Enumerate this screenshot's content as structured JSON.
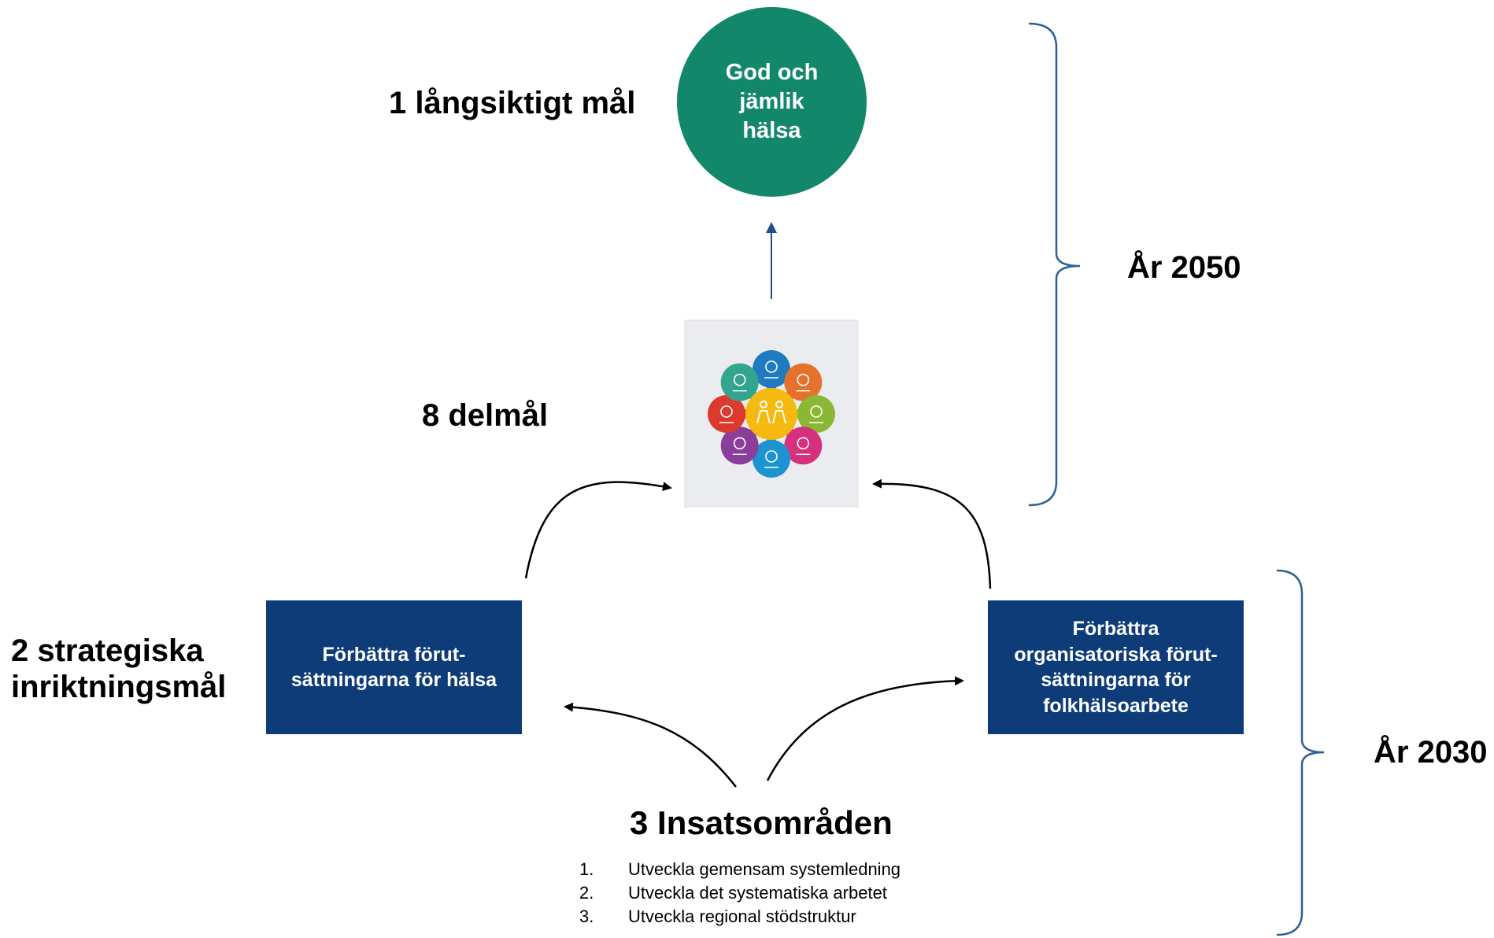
{
  "goal": {
    "label": "1 långsiktigt mål",
    "circle_lines": [
      "God och",
      "jämlik",
      "hälsa"
    ],
    "color": "#12876a"
  },
  "subgoals": {
    "label": "8 delmål",
    "icon_colors": [
      "#1f7bbf",
      "#e5712d",
      "#8ab834",
      "#d6317d",
      "#1d93d2",
      "#8a3e9b",
      "#dc3a2f",
      "#33a58f",
      "#f6b90f"
    ]
  },
  "strategic": {
    "label_lines": [
      "2 strategiska",
      "inriktningsmål"
    ],
    "box_left_lines": [
      "Förbättra förut-",
      "sättningarna för hälsa"
    ],
    "box_right_lines": [
      "Förbättra",
      "organisatoriska förut-",
      "sättningarna för",
      "folkhälsoarbete"
    ],
    "color": "#0d3c79"
  },
  "efforts": {
    "title": "3 Insatsområden",
    "items": [
      {
        "num": "1.",
        "text": "Utveckla gemensam systemledning"
      },
      {
        "num": "2.",
        "text": "Utveckla det systematiska arbetet"
      },
      {
        "num": "3.",
        "text": "Utveckla regional stödstruktur"
      }
    ]
  },
  "timeframes": {
    "upper": "År 2050",
    "lower": "År 2030"
  },
  "colors": {
    "bracket": "#2e5f93",
    "arrow_up": "#1f4e8c",
    "arrows": "#000000"
  }
}
